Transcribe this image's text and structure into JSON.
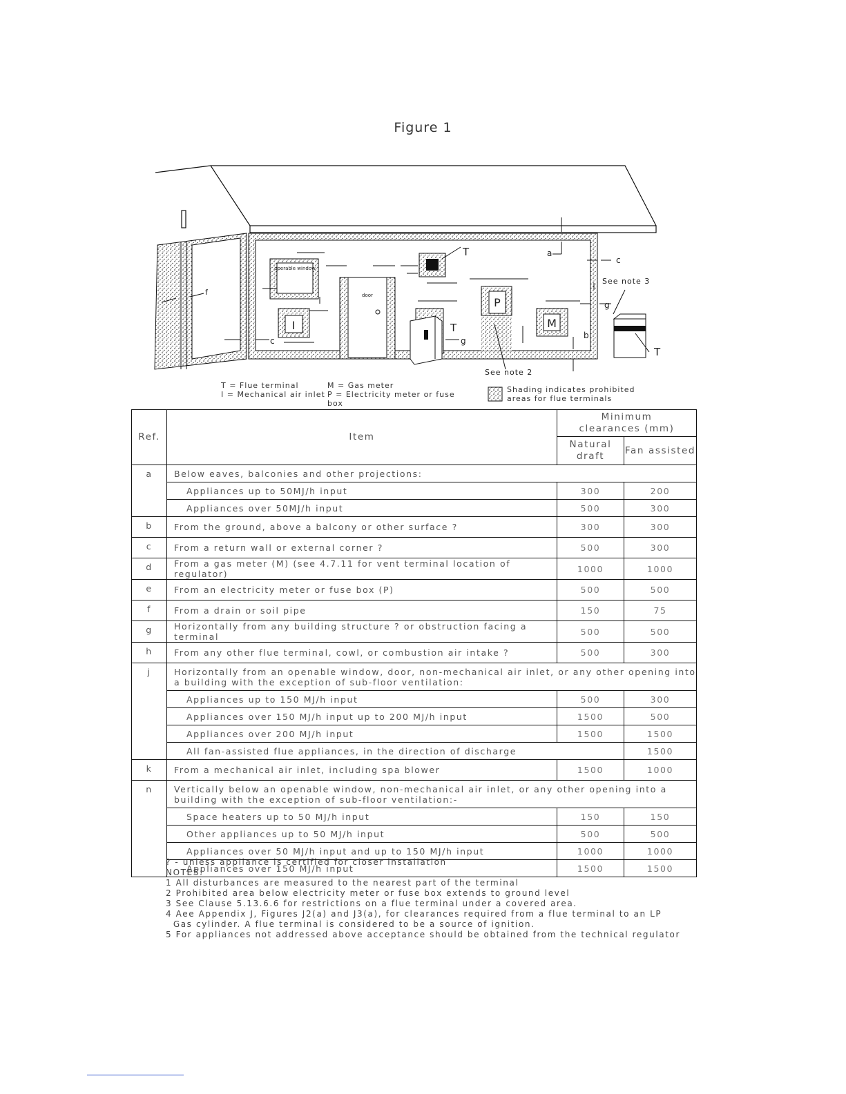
{
  "figure": {
    "title": "Figure 1",
    "labels": {
      "T": "T",
      "I": "I",
      "P": "P",
      "M": "M",
      "a": "a",
      "b": "b",
      "c": "c",
      "f": "f",
      "g": "g",
      "operable_window": "operable window",
      "door": "door",
      "see_note_2": "See note 2",
      "see_note_3": "See note 3"
    },
    "legend": {
      "col1": [
        "T = Flue terminal",
        "I = Mechanical air inlet"
      ],
      "col2": [
        "M = Gas meter",
        "P = Electricity meter or fuse",
        "box"
      ],
      "shading": [
        "Shading indicates prohibited",
        "areas for flue terminals"
      ]
    }
  },
  "table": {
    "headers": {
      "ref": "Ref.",
      "item": "Item",
      "min": "Minimum clearances (mm)",
      "natural": "Natural draft",
      "fan": "Fan assisted"
    },
    "rows": [
      {
        "ref": "a",
        "item": "Below eaves, balconies and other projections:",
        "header": true
      },
      {
        "item": "Appliances up to 50MJ/h input",
        "natural": "300",
        "fan": "200",
        "sub": true
      },
      {
        "item": "Appliances over 50MJ/h input",
        "natural": "500",
        "fan": "300",
        "sub": true
      },
      {
        "ref": "b",
        "item": "From the ground, above a balcony or other surface ?",
        "natural": "300",
        "fan": "300"
      },
      {
        "ref": "c",
        "item": "From a return wall or external corner ?",
        "natural": "500",
        "fan": "300"
      },
      {
        "ref": "d",
        "item": "From a gas meter (M) (see 4.7.11 for vent terminal location of regulator)",
        "natural": "1000",
        "fan": "1000"
      },
      {
        "ref": "e",
        "item": "From an electricity meter or fuse box (P)",
        "natural": "500",
        "fan": "500"
      },
      {
        "ref": "f",
        "item": "From a drain or soil pipe",
        "natural": "150",
        "fan": "75"
      },
      {
        "ref": "g",
        "item": "Horizontally from any building structure ? or obstruction facing a terminal",
        "natural": "500",
        "fan": "500"
      },
      {
        "ref": "h",
        "item": "From any other flue terminal, cowl, or combustion air intake ?",
        "natural": "500",
        "fan": "300"
      },
      {
        "ref": "j",
        "item": "Horizontally from an openable window, door, non-mechanical air inlet, or any other opening into a building with the exception of sub-floor ventilation:",
        "header": true,
        "tall": true
      },
      {
        "item": "Appliances up to 150 MJ/h input",
        "natural": "500",
        "fan": "300",
        "sub": true
      },
      {
        "item": "Appliances over 150 MJ/h input up to 200 MJ/h input",
        "natural": "1500",
        "fan": "500",
        "sub": true
      },
      {
        "item": "Appliances over 200 MJ/h input",
        "natural": "1500",
        "fan": "1500",
        "sub": true
      },
      {
        "item": "All fan-assisted flue appliances, in the direction of discharge",
        "natural": "",
        "fan": "1500",
        "sub": true,
        "merged": true
      },
      {
        "ref": "k",
        "item": "From a mechanical air inlet, including spa blower",
        "natural": "1500",
        "fan": "1000"
      },
      {
        "ref": "n",
        "item": "Vertically below an openable window, non-mechanical air inlet, or any other opening into a building with the exception of sub-floor ventilation:-",
        "header": true,
        "tall": true
      },
      {
        "item": "Space heaters up to 50 MJ/h input",
        "natural": "150",
        "fan": "150",
        "sub": true
      },
      {
        "item": "Other appliances up to 50 MJ/h input",
        "natural": "500",
        "fan": "500",
        "sub": true
      },
      {
        "item": "Appliances over 50 MJ/h input and up to 150 MJ/h input",
        "natural": "1000",
        "fan": "1000",
        "sub": true
      },
      {
        "item": "Appliances over 150 MJ/h input",
        "natural": "1500",
        "fan": "1500",
        "sub": true
      }
    ]
  },
  "notes": [
    "? - unless appliance is certified for closer installation",
    "NOTES:",
    "1 All disturbances are measured to the nearest part of the terminal",
    "2 Prohibited area below electricity meter or fuse box extends to ground level",
    "3 See Clause 5.13.6.6 for restrictions on a flue terminal under a covered area.",
    "4 Aee Appendix J, Figures J2(a) and J3(a), for clearances required from a flue terminal to an LP",
    "  Gas cylinder. A flue terminal is considered to be a source of ignition.",
    "5 For appliances not addressed above acceptance should be obtained from the technical regulator"
  ]
}
